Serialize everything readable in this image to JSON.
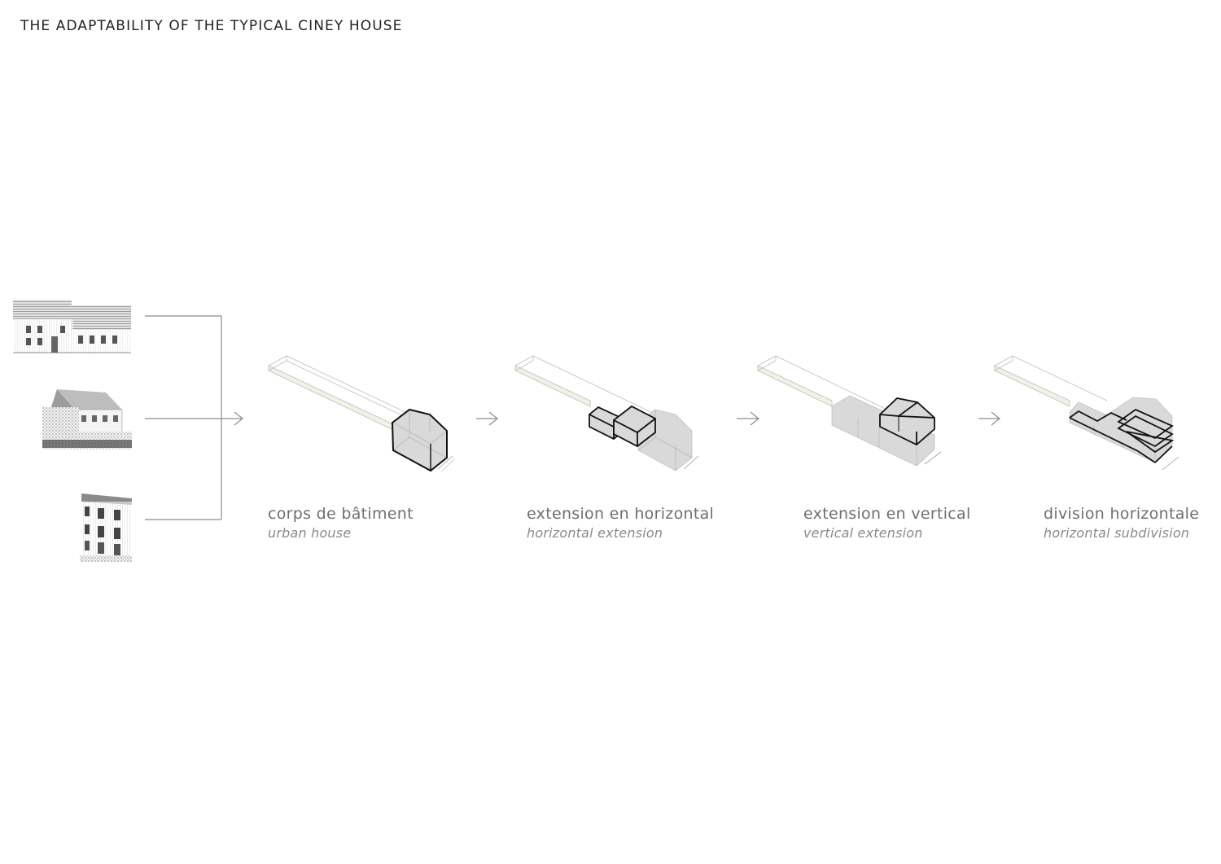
{
  "title": "THE ADAPTABILITY OF THE TYPICAL CINEY HOUSE",
  "stages": [
    {
      "title": "corps de bâtiment",
      "subtitle": "urban house"
    },
    {
      "title": "extension en horizontal",
      "subtitle": "horizontal extension"
    },
    {
      "title": "extension en vertical",
      "subtitle": "vertical extension"
    },
    {
      "title": "division horizontale",
      "subtitle": "horizontal subdivision"
    }
  ],
  "photos": [
    "farmhouse-sketch",
    "detached-house-photo",
    "terraced-house-photo"
  ],
  "colors": {
    "title": "#222222",
    "label": "#6f6f6f",
    "sublabel": "#8a8a8a",
    "connector": "#8c8c8c",
    "volume_fill": "#d9d9d9",
    "garden_fill": "#eef3e6",
    "bold_outline": "#111111"
  }
}
